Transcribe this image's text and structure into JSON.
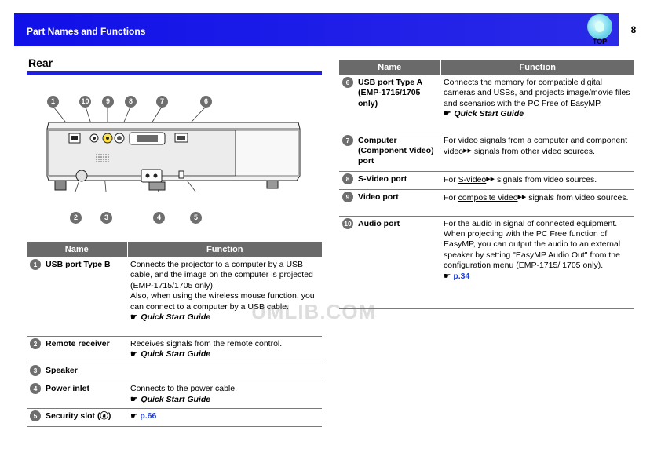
{
  "header": {
    "title": "Part Names and Functions",
    "page_number": "8",
    "top_label": "TOP"
  },
  "section": {
    "title": "Rear"
  },
  "diagram": {
    "callouts_top": [
      "1",
      "10",
      "9",
      "8",
      "7",
      "6"
    ],
    "callouts_bottom": [
      "2",
      "3",
      "4",
      "5"
    ]
  },
  "left_table": {
    "headers": [
      "Name",
      "Function"
    ],
    "rows": [
      {
        "num": "1",
        "name": "USB port Type B",
        "lines": [
          "Connects the projector to a computer by a USB cable, and the image on the computer is projected (EMP-1715/1705 only).",
          "Also, when using the wireless mouse function, you can connect to a computer by a USB cable."
        ],
        "ref": "Quick Start Guide"
      },
      {
        "num": "2",
        "name": "Remote receiver",
        "lines": [
          "Receives signals from the remote control."
        ],
        "ref": "Quick Start Guide"
      },
      {
        "num": "3",
        "name": "Speaker",
        "lines": [],
        "ref": ""
      },
      {
        "num": "4",
        "name": "Power inlet",
        "lines": [
          "Connects to the power cable."
        ],
        "ref": "Quick Start Guide"
      },
      {
        "num": "5",
        "name": "Security slot (ⓐ)",
        "lines": [],
        "ref": "",
        "page_ref": "p.66"
      }
    ]
  },
  "right_table": {
    "headers": [
      "Name",
      "Function"
    ],
    "rows": [
      {
        "num": "6",
        "name": "USB port Type A (EMP-1715/1705 only)",
        "text": "Connects the memory for compatible digital cameras and USBs, and projects image/movie files and scenarios with the PC Free of EasyMP.",
        "ref": "Quick Start Guide"
      },
      {
        "num": "7",
        "name": "Computer (Component Video) port",
        "pre": "For video signals from a computer and",
        "link": "component video",
        "post": "signals from other video sources."
      },
      {
        "num": "8",
        "name": "S-Video port",
        "pre": "For",
        "link": "S-video",
        "post": "signals from video sources."
      },
      {
        "num": "9",
        "name": "Video port",
        "pre": "For",
        "link": "composite video",
        "post": "signals from video sources."
      },
      {
        "num": "10",
        "name": "Audio port",
        "lines": [
          "For the audio in signal of connected equipment.",
          "When projecting with the PC Free function of EasyMP, you can output the audio to an external speaker by setting \"EasyMP Audio Out\" from the configuration menu (EMP-1715/ 1705 only)."
        ],
        "page_ref": "p.34"
      }
    ]
  },
  "watermark": "UMLIB.COM",
  "colors": {
    "header_blue": "#1c1ce8",
    "table_header": "#6a6a6a",
    "link_blue": "#2040d0"
  }
}
